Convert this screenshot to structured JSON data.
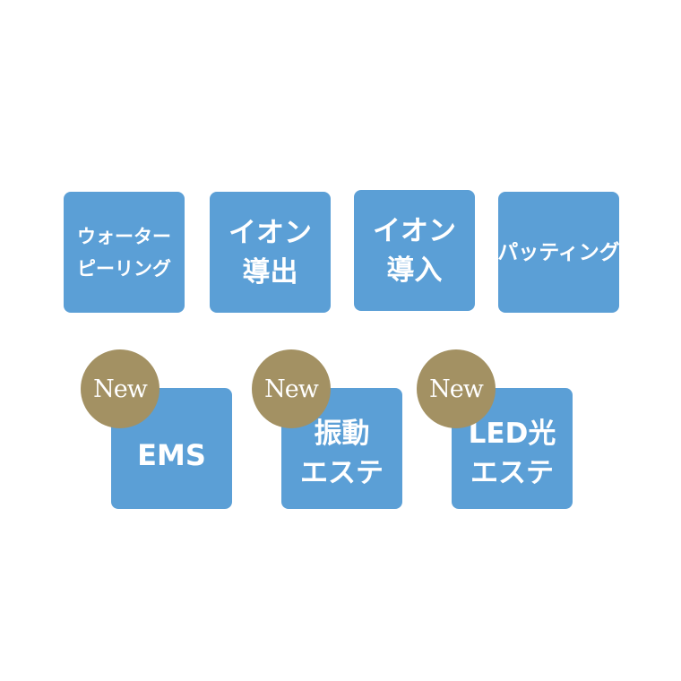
{
  "tiles_top": [
    {
      "lines": [
        "ウォーター",
        "ピーリング"
      ]
    },
    {
      "lines": [
        "イオン",
        "導出"
      ]
    },
    {
      "lines": [
        "イオン",
        "導入"
      ]
    },
    {
      "lines": [
        "パッティング"
      ]
    }
  ],
  "tiles_bottom": [
    {
      "badge": "New",
      "lines": [
        "EMS"
      ]
    },
    {
      "badge": "New",
      "lines": [
        "振動",
        "エステ"
      ]
    },
    {
      "badge": "New",
      "lines": [
        "LED光",
        "エステ"
      ]
    }
  ],
  "colors": {
    "tile": "#5b9fd6",
    "badge": "#a39163",
    "text": "#ffffff"
  }
}
